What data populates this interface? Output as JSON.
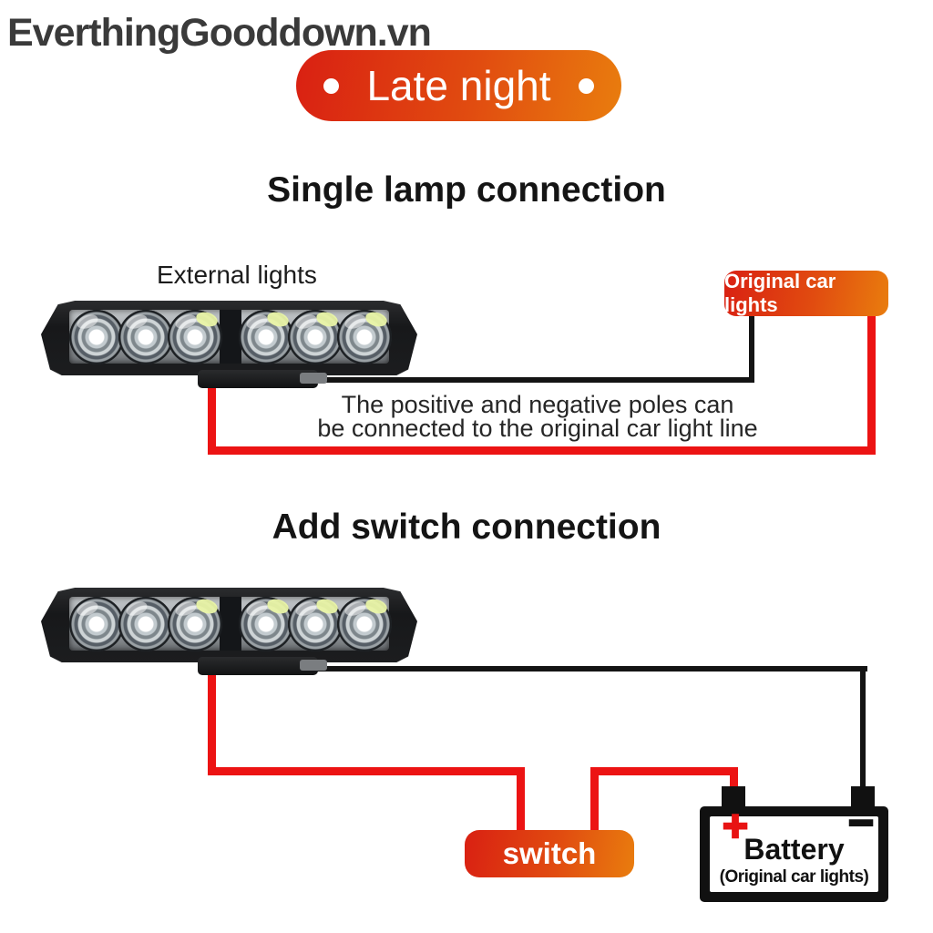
{
  "watermark": "EverthingGooddown.vn",
  "banner": {
    "label": "Late night"
  },
  "sections": {
    "single": {
      "heading": "Single lamp connection",
      "lamp_label": "External lights",
      "badge_label": "Original car lights",
      "note_line1": "The positive and negative poles can",
      "note_line2": "be connected to the original car light line"
    },
    "switch": {
      "heading": "Add switch connection",
      "switch_label": "switch",
      "battery_label": "Battery",
      "battery_sublabel": "(Original car lights)",
      "plus_icon": "+",
      "minus_icon": "−"
    }
  },
  "colors": {
    "gradient_start": "#d92012",
    "gradient_end": "#e97d0e",
    "wire_red": "#ec1313",
    "wire_black": "#141414",
    "watermark_gray": "#3a3a3a",
    "plus_red": "#e81313"
  }
}
